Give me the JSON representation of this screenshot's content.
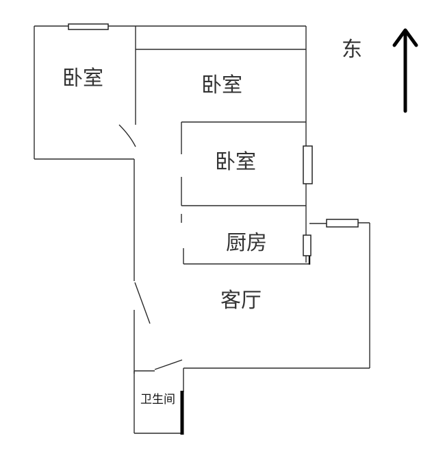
{
  "rooms": {
    "bedroom_northwest": "卧室",
    "bedroom_top": "卧室",
    "bedroom_middle": "卧室",
    "kitchen": "厨房",
    "living_room": "客厅",
    "bathroom": "卫生间"
  },
  "compass": {
    "label": "东",
    "arrow": "up-arrow-icon"
  }
}
